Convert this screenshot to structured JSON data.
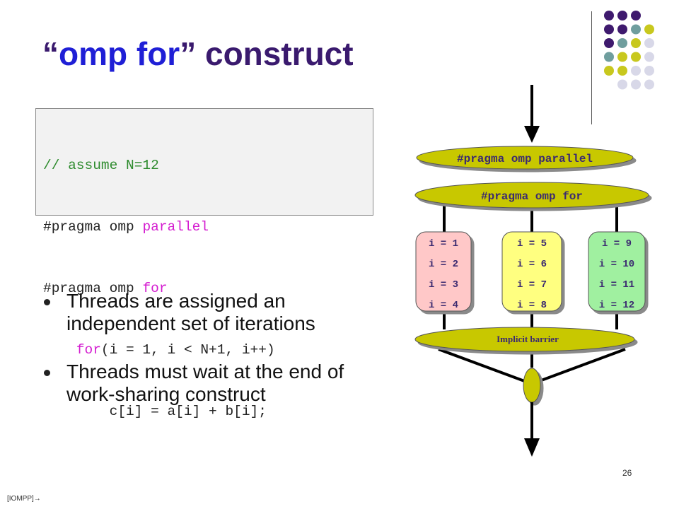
{
  "title": {
    "quote_open": "“",
    "keyword": "omp for",
    "quote_close": "”",
    "rest": " construct"
  },
  "code": {
    "line1": "// assume N=12",
    "line2_a": "#pragma",
    "line2_b": " omp ",
    "line2_c": "parallel",
    "line3_a": "#pragma",
    "line3_b": " omp ",
    "line3_c": "for",
    "line4_indent": "    ",
    "line4_a": "for",
    "line4_b": "(i = 1, i < N+1, i++)",
    "line5": "        c[i] = a[i] + b[i];"
  },
  "bullets": [
    {
      "text": "Threads are assigned an independent set of iterations"
    },
    {
      "text": "Threads must wait at the end of work-sharing construct"
    }
  ],
  "diagram": {
    "parallel_label": "#pragma omp parallel",
    "for_label": "#pragma omp for",
    "barrier_label": "Implicit barrier",
    "threads": [
      {
        "color": "#ffc8c8",
        "iterations": [
          "i = 1",
          "i = 2",
          "i = 3",
          "i = 4"
        ]
      },
      {
        "color": "#ffff80",
        "iterations": [
          "i = 5",
          "i = 6",
          "i = 7",
          "i = 8"
        ]
      },
      {
        "color": "#a0f0a0",
        "iterations": [
          "i = 9",
          "i = 10",
          "i = 11",
          "i = 12"
        ]
      }
    ],
    "ellipse_color": "#c8c800"
  },
  "colors": {
    "dark_purple": "#3f1a6e",
    "teal": "#6f9e9e",
    "olive": "#c8c81e",
    "lavender": "#d8d8e8"
  },
  "page_number": "26",
  "footer": "[IOMPP]→"
}
